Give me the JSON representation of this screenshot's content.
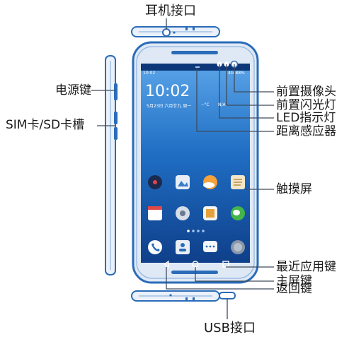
{
  "labels": {
    "earphone": "耳机接口",
    "power": "电源键",
    "sim_sd": "SIM卡/SD卡槽",
    "front_camera": "前置摄像头",
    "front_flash": "前置闪光灯",
    "led": "LED指示灯",
    "proximity": "距离感应器",
    "touchscreen": "触摸屏",
    "recent_apps": "最近应用键",
    "home": "主屏键",
    "back": "返回键",
    "usb": "USB接口"
  },
  "screen": {
    "status_time": "10:02",
    "status_right": "4G 88%",
    "clock": "10:02",
    "date_line": "5月23日  六月廿九  周一",
    "temp": "--°C",
    "na": "N/A"
  },
  "colors": {
    "body": "#2b6cb8",
    "screen": "#1f5aa6",
    "line": "#3d4b5c",
    "label": "#1a1a1a"
  },
  "icons": [
    "music-icon",
    "gallery-icon",
    "weather-icon",
    "notes-icon",
    "calendar-icon",
    "settings-icon",
    "photos-icon",
    "wechat-icon",
    "phone-icon",
    "contacts-icon",
    "messages-icon",
    "browser-icon",
    "back-key-icon",
    "home-key-icon",
    "recent-key-icon"
  ]
}
